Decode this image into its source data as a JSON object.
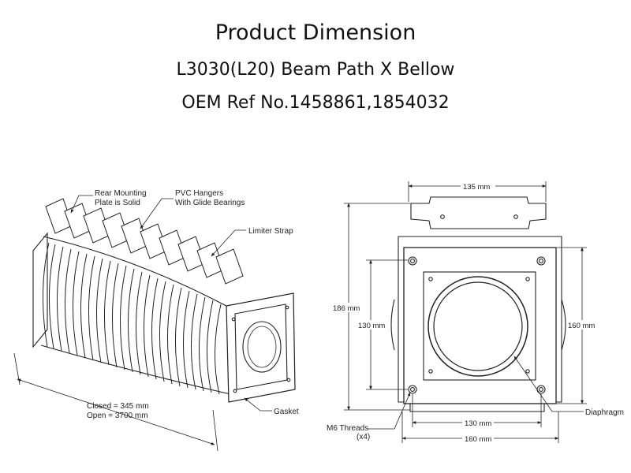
{
  "header": {
    "title": "Product Dimension",
    "subtitle": "L3030(L20) Beam Path X Bellow",
    "oem_ref": "OEM Ref No.1458861,1854032"
  },
  "left_drawing": {
    "callouts": {
      "rear_mounting_line1": "Rear Mounting",
      "rear_mounting_line2": "Plate is Solid",
      "pvc_hangers_line1": "PVC Hangers",
      "pvc_hangers_line2": "With Glide Bearings",
      "limiter_strap": "Limiter Strap",
      "gasket": "Gasket"
    },
    "length": {
      "closed": "Closed = 345 mm",
      "open": "Open = 3700 mm"
    }
  },
  "right_drawing": {
    "dims": {
      "top_width": "135 mm",
      "overall_height": "186 mm",
      "inner_height": "130 mm",
      "flange_height": "160 mm",
      "bottom_inner_width": "130 mm",
      "bottom_width": "160 mm"
    },
    "callouts": {
      "threads_line1": "M6 Threads",
      "threads_line2": "(x4)",
      "diaphragm": "Diaphragm"
    }
  }
}
